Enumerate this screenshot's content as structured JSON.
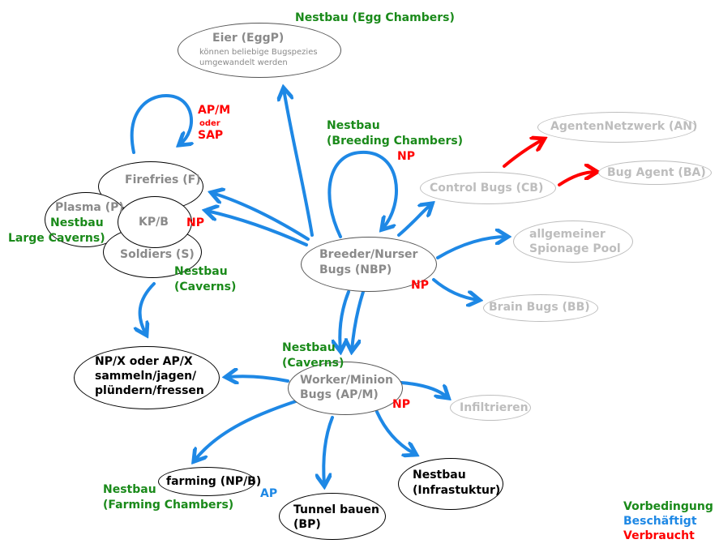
{
  "colors": {
    "vorbedingung": "#1a8a1a",
    "beschaeftigt": "#1e88e5",
    "verbraucht": "#ff0000",
    "inactive": "#bdbdbd"
  },
  "nodes": {
    "eier_title": "Eier (EggP)",
    "eier_desc1": "können beliebige Bugspezies",
    "eier_desc2": "umgewandelt werden",
    "firefries": "Firefries (F)",
    "plasma": "Plasma (P)",
    "kpb": "KP/B",
    "soldiers": "Soldiers (S)",
    "breeder1": "Breeder/Nurser",
    "breeder2": "Bugs (NBP)",
    "agenten": "AgentenNetzwerk (AN)",
    "control": "Control Bugs (CB)",
    "bugagent": "Bug Agent (BA)",
    "spionage1": "allgemeiner",
    "spionage2": "Spionage Pool",
    "brain": "Brain Bugs (BB)",
    "sammeln1": "NP/X oder AP/X",
    "sammeln2": "sammeln/jagen/",
    "sammeln3": "plündern/fressen",
    "worker1": "Worker/Minion",
    "worker2": "Bugs (AP/M)",
    "infiltrieren": "Infiltrieren",
    "farming": "farming (NP/B)",
    "tunnel1": "Tunnel bauen",
    "tunnel2": "(BP)",
    "infra1": "Nestbau",
    "infra2": "(Infrastuktur)"
  },
  "labels": {
    "egg_chambers": "Nestbau (Egg Chambers)",
    "breeding1": "Nestbau",
    "breeding2": "(Breeding Chambers)",
    "large1": "Nestbau",
    "large2": "Large Caverns)",
    "caverns_a1": "Nestbau",
    "caverns_a2": "(Caverns)",
    "caverns_b1": "Nestbau",
    "caverns_b2": "(Caverns)",
    "farming1": "Nestbau",
    "farming2": "(Farming Chambers)",
    "apm1": "AP/M",
    "apm2": "oder",
    "apm3": "SAP",
    "np_kpb": "NP",
    "np_breed": "NP",
    "np_nbp": "NP",
    "np_worker": "NP",
    "ap_farming": "AP"
  },
  "legend": {
    "vorbedingung": "Vorbedingung",
    "beschaeftigt": "Beschäftigt",
    "verbraucht": "Verbraucht"
  }
}
